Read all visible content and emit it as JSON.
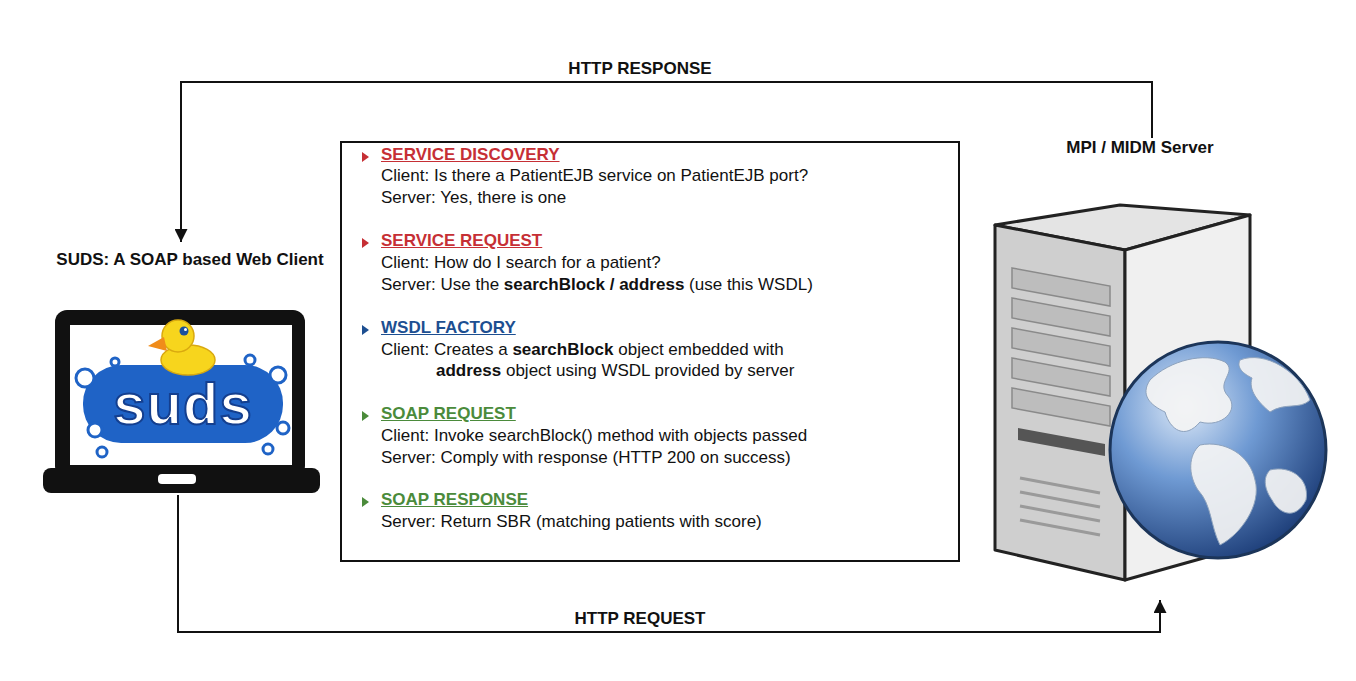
{
  "diagram": {
    "nodes": [
      {
        "text": [
          "SUDS: A SOAP based Web Client"
        ]
      },
      {
        "text": [
          "SERVICE DISCOVERY",
          "Client: Is there a PatientEJB service on PatientEJB port?",
          "Server: Yes, there is one",
          "SERVICE REQUEST",
          "Client: How do I search for a patient?",
          "Server: Use the",
          "searchBlock / address",
          "(use this WSDL)",
          "WSDL FACTORY",
          "Client: Creates a",
          "searchBlock",
          "object embedded with",
          "address",
          "object using WSDL provided by server",
          "SOAP REQUEST",
          "Client: Invoke searchBlock() method with objects passed",
          "Server: Comply with response (HTTP 200 on success)",
          "SOAP RESPONSE",
          "Server: Return SBR (matching patients with score)"
        ]
      },
      {
        "text": [
          "MPI / MIDM Server"
        ]
      }
    ],
    "edges": [
      {
        "from": 2,
        "to": 0,
        "arrow": "to",
        "label": "HTTP RESPONSE"
      },
      {
        "from": 0,
        "to": 2,
        "arrow": "to",
        "label": "HTTP REQUEST"
      }
    ],
    "labels": [
      "suds"
    ]
  }
}
